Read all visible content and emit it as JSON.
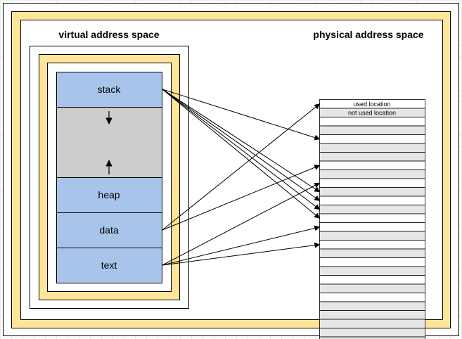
{
  "virtual": {
    "title": "virtual address space",
    "segments": {
      "stack": "stack",
      "heap": "heap",
      "data": "data",
      "text": "text"
    }
  },
  "physical": {
    "title": "physical address space",
    "legend": {
      "used": "used location",
      "not_used": "not used location"
    }
  },
  "colors": {
    "frame_outer_border": "#000000",
    "frame_yellow": "#fee599",
    "segment_blue": "#a9c4eb",
    "segment_gap_gray": "#cccccc",
    "row_used": "#ffffff",
    "row_unused": "#e6e6e6"
  },
  "physical_rows": [
    "used",
    "unused",
    "used",
    "unused",
    "used",
    "unused",
    "unused",
    "used",
    "unused",
    "used",
    "unused",
    "used",
    "unused",
    "used",
    "used",
    "unused",
    "used",
    "unused",
    "used",
    "unused",
    "used",
    "unused",
    "used",
    "unused",
    "unused",
    "unused",
    "unused",
    "unused",
    "unused"
  ],
  "mappings": [
    {
      "from": "stack",
      "to_row": 4
    },
    {
      "from": "stack",
      "to_row": 10
    },
    {
      "from": "stack",
      "to_row": 11
    },
    {
      "from": "stack",
      "to_row": 12
    },
    {
      "from": "stack",
      "to_row": 13
    },
    {
      "from": "data",
      "to_row": 0
    },
    {
      "from": "data",
      "to_row": 7
    },
    {
      "from": "text",
      "to_row": 9
    },
    {
      "from": "text",
      "to_row": 14
    },
    {
      "from": "text",
      "to_row": 16
    }
  ]
}
